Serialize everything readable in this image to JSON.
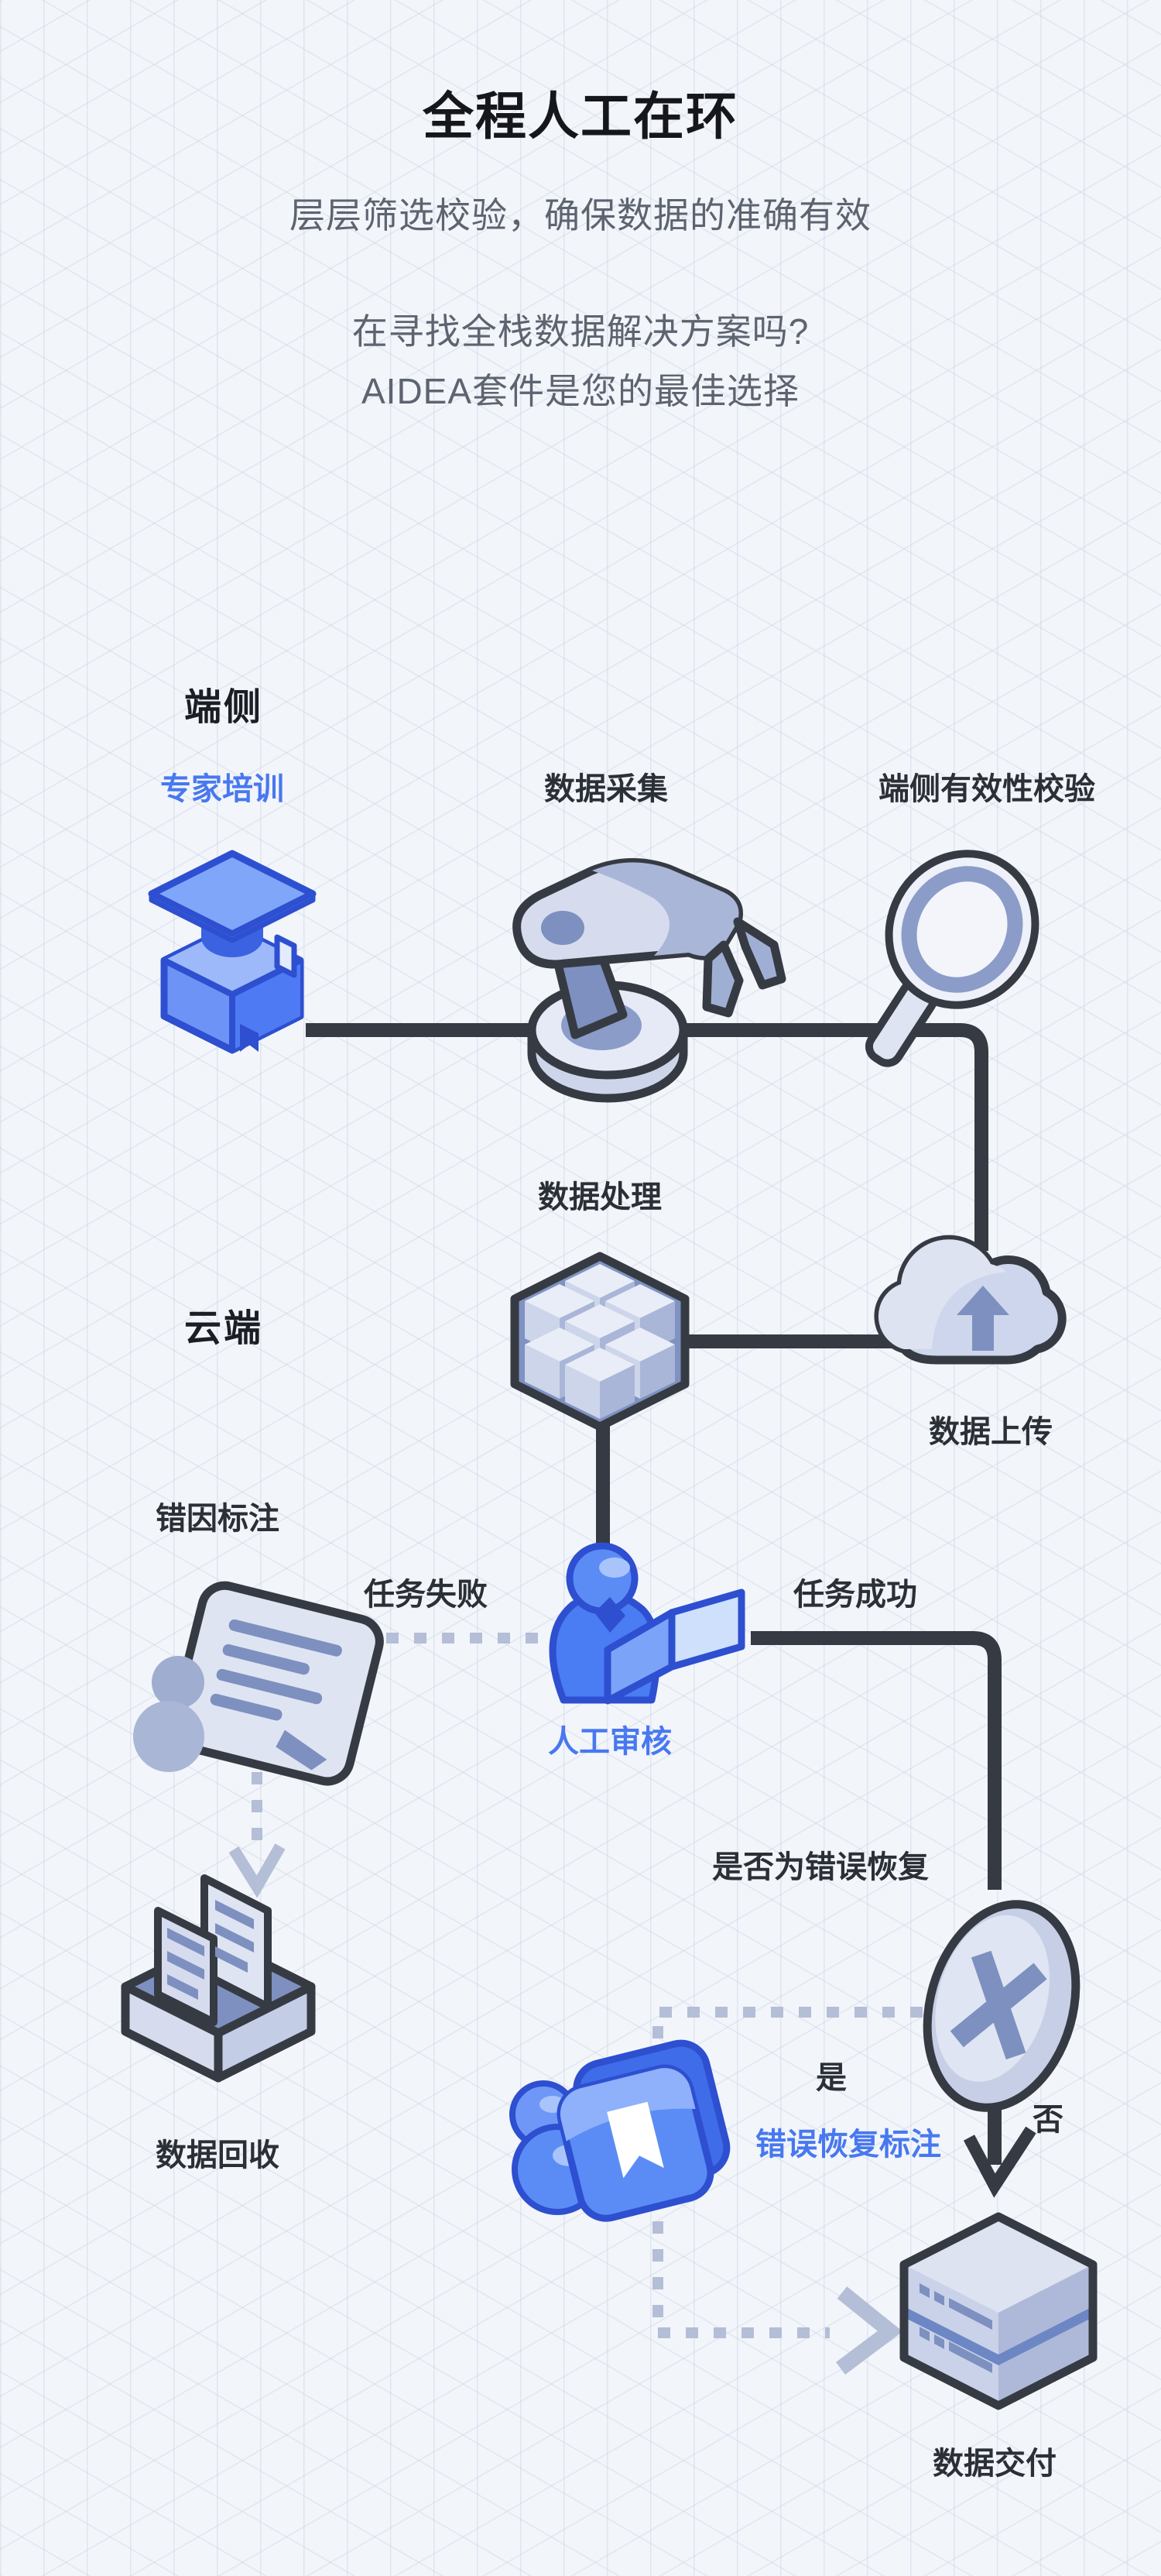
{
  "page": {
    "title": "全程人工在环",
    "subtitle": "层层筛选校验，确保数据的准确有效",
    "question_line_1": "在寻找全栈数据解决方案吗?",
    "question_line_2": "AIDEA套件是您的最佳选择"
  },
  "sections": {
    "edge_side": "端侧",
    "cloud_side": "云端"
  },
  "nodes": {
    "expert_training": "专家培训",
    "data_collection": "数据采集",
    "edge_validation": "端侧有效性校验",
    "data_processing": "数据处理",
    "data_upload": "数据上传",
    "error_cause_annotation": "错因标注",
    "manual_review": "人工审核",
    "error_recovery_annotation": "错误恢复标注",
    "data_recycle": "数据回收",
    "data_delivery": "数据交付"
  },
  "edge_labels": {
    "task_failed": "任务失败",
    "task_success": "任务成功",
    "decision": "是否为错误恢复",
    "yes": "是",
    "no": "否"
  },
  "icons": {
    "expert_training": "graduation-cap-icon",
    "data_collection": "robot-arm-icon",
    "edge_validation": "magnifier-icon",
    "data_processing": "cube-cluster-icon",
    "data_upload": "cloud-upload-icon",
    "error_cause_annotation": "person-document-icon",
    "manual_review": "person-reading-icon",
    "decision": "x-coin-icon",
    "error_recovery_annotation": "bookmark-cube-icon",
    "data_recycle": "inbox-documents-icon",
    "data_delivery": "server-icon"
  },
  "colors": {
    "background": "#f2f5fa",
    "accent_blue": "#4878f0",
    "icon_blue": "#5b8cf6",
    "icon_blue_outline": "#2d4fd0",
    "icon_slate": "#aab6d8",
    "label_dark": "#2b2f36",
    "text_gray": "#5d6470",
    "line_solid": "#363b43",
    "line_dashed": "#b4bed6"
  }
}
